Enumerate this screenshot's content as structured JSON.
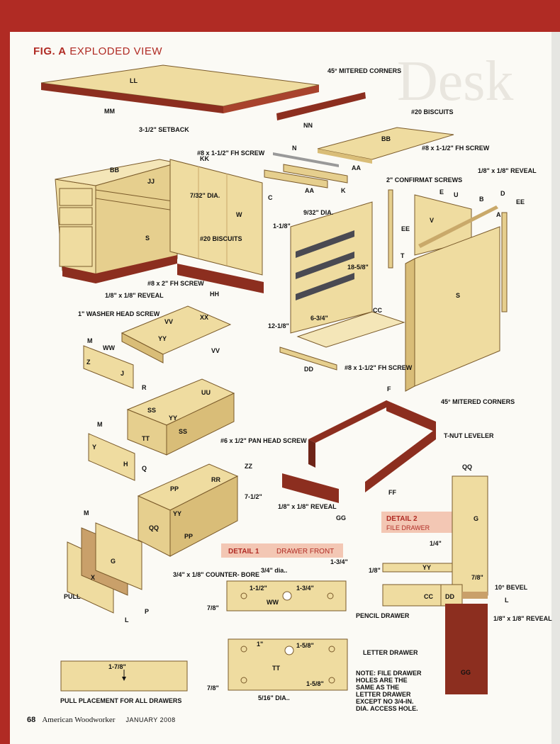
{
  "figure": {
    "title_prefix": "FIG. A",
    "title_rest": "EXPLODED VIEW"
  },
  "background_text": {
    "word": "Desk"
  },
  "labels": {
    "mitered_corners_top": "45° MITERED CORNERS",
    "biscuits_top": "#20 BISCUITS",
    "setback": "3-1/2\" SETBACK",
    "screw_kk": "#8 x 1-1/2\" FH SCREW",
    "dia_7_32": "7/32\" DIA.",
    "screw_aa": "#8 x 1-1/2\" FH SCREW",
    "reveal_top": "1/8\" x 1/8\" REVEAL",
    "confirmat": "2\" CONFIRMAT SCREWS",
    "biscuits_mid": "#20 BISCUITS",
    "dia_9_32": "9/32\" DIA.",
    "dim_1_1_8": "1-1/8\"",
    "dim_18_5_8": "18-5/8\"",
    "dim_6_3_4": "6-3/4\"",
    "dim_12_1_8": "12-1/8\"",
    "screw_hh": "#8 x 2\" FH SCREW",
    "reveal_left": "1/8\" x 1/8\" REVEAL",
    "washer_screw": "1\" WASHER HEAD SCREW",
    "screw_dd": "#8 x 1-1/2\" FH SCREW",
    "mitered_corners_base": "45° MITERED CORNERS",
    "tnut": "T-NUT LEVELER",
    "pan_screw": "#6 x 1/2\" PAN HEAD SCREW",
    "dim_7_1_2": "7-1/2\"",
    "reveal_base": "1/8\" x 1/8\" REVEAL",
    "pull": "PULL",
    "pull_placement": "PULL PLACEMENT FOR ALL DRAWERS",
    "dim_1_7_8": "1-7/8\""
  },
  "parts": {
    "LL": "LL",
    "MM": "MM",
    "NN": "NN",
    "BB": "BB",
    "N": "N",
    "AA": "AA",
    "K": "K",
    "JJ": "JJ",
    "KK": "KK",
    "S": "S",
    "W": "W",
    "C": "C",
    "HH": "HH",
    "E": "E",
    "U": "U",
    "V": "V",
    "B": "B",
    "D": "D",
    "A": "A",
    "EE": "EE",
    "T": "T",
    "CC": "CC",
    "DD": "DD",
    "F": "F",
    "VV": "VV",
    "XX": "XX",
    "YY": "YY",
    "WW": "WW",
    "Z": "Z",
    "J": "J",
    "M": "M",
    "R": "R",
    "UU": "UU",
    "SS": "SS",
    "TT": "TT",
    "H": "H",
    "Y": "Y",
    "Q": "Q",
    "PP": "PP",
    "RR": "RR",
    "QQ": "QQ",
    "ZZ": "ZZ",
    "G": "G",
    "X": "X",
    "L": "L",
    "P": "P",
    "GG": "GG",
    "FF": "FF"
  },
  "detail1": {
    "num": "DETAIL 1",
    "name": "DRAWER FRONT",
    "counterbore": "3/4\" x 1/8\" COUNTER- BORE",
    "dia_3_4": "3/4\" dia..",
    "dim_1_3_4_top": "1-3/4\"",
    "dim_1_1_2": "1-1/2\"",
    "dim_1_3_4": "1-3/4\"",
    "dim_7_8_a": "7/8\"",
    "pencil": "PENCIL DRAWER",
    "dim_1": "1\"",
    "dim_1_5_8_a": "1-5/8\"",
    "dim_1_5_8_b": "1-5/8\"",
    "dim_7_8_b": "7/8\"",
    "dia_5_16": "5/16\" DIA..",
    "letter": "LETTER DRAWER",
    "note": [
      "NOTE: FILE DRAWER",
      "HOLES ARE THE",
      "SAME AS THE",
      "LETTER DRAWER",
      "EXCEPT NO 3/4-IN.",
      "DIA. ACCESS HOLE."
    ]
  },
  "detail2": {
    "num": "DETAIL 2",
    "name": "FILE DRAWER",
    "dim_1_4": "1/4\"",
    "dim_1_8": "1/8\"",
    "dim_7_8": "7/8\"",
    "bevel": "10° BEVEL",
    "reveal": "1/8\" x 1/8\" REVEAL"
  },
  "footer": {
    "page": "68",
    "magazine": "American Woodworker",
    "date": "JANUARY 2008"
  },
  "colors": {
    "border": "#b02b24",
    "wood": "#efdca0",
    "wood_dark": "#d9bd78",
    "cherry": "#8c2e1f",
    "detail_banner": "#f3c7b4"
  }
}
